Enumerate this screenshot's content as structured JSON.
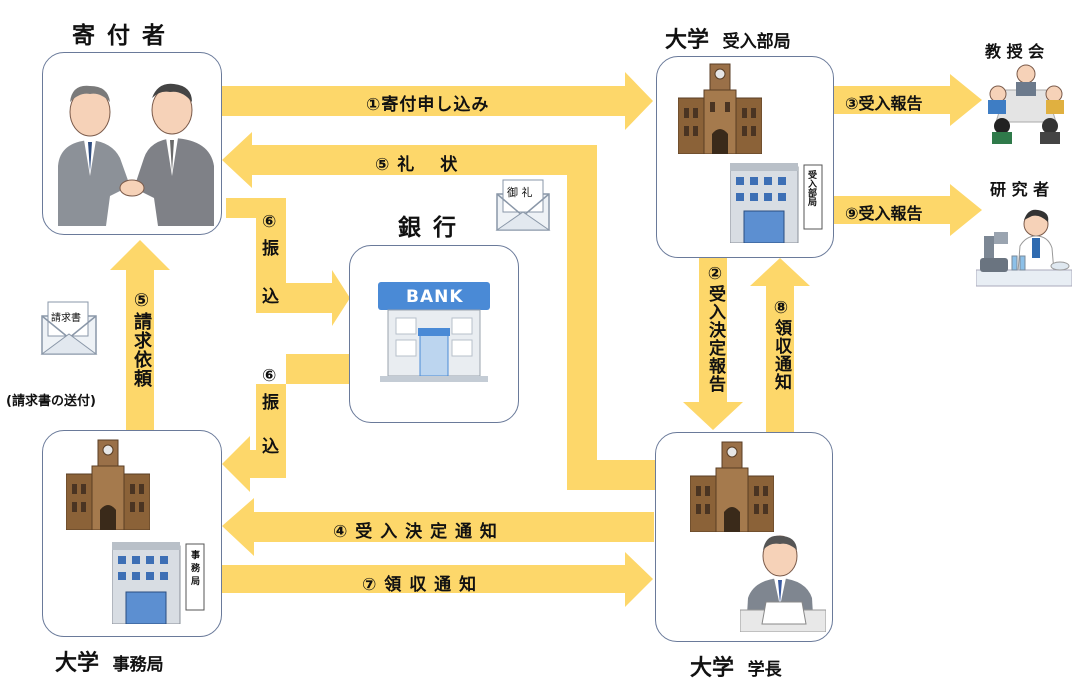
{
  "nodes": {
    "donor_title": "寄 付 者",
    "accept_title_main": "大学",
    "accept_title_sub": "受入部局",
    "bank_title": "銀 行",
    "office_title_main": "大学",
    "office_title_sub": "事務局",
    "president_title_main": "大学",
    "president_title_sub": "学長",
    "faculty_title": "教 授 会",
    "researcher_title": "研 究 者"
  },
  "flows": {
    "f1": "①寄付申し込み",
    "f2": "②受入決定報告",
    "f3": "③受入報告",
    "f4": "④ 受 入 決 定 通 知",
    "f5_thanks": "⑤ 礼 　状",
    "f5_request": "⑤請求依頼",
    "f6_top_num": "⑥",
    "f6_top_a": "振",
    "f6_top_b": "込",
    "f6_bot_num": "⑥",
    "f6_bot_a": "振",
    "f6_bot_b": "込",
    "f7": "⑦ 領 収 通 知",
    "f8": "⑧領収通知",
    "f9": "⑨受入報告"
  },
  "notes": {
    "invoice_send": "(請求書の送付)",
    "envelope_invoice": "請求書",
    "envelope_thanks": "御 礼",
    "bank_sign": "BANK",
    "accept_sign": "受入部局",
    "office_sign": "事務局"
  },
  "colors": {
    "arrow": "#fdd76a",
    "border": "#6a7a9a"
  }
}
